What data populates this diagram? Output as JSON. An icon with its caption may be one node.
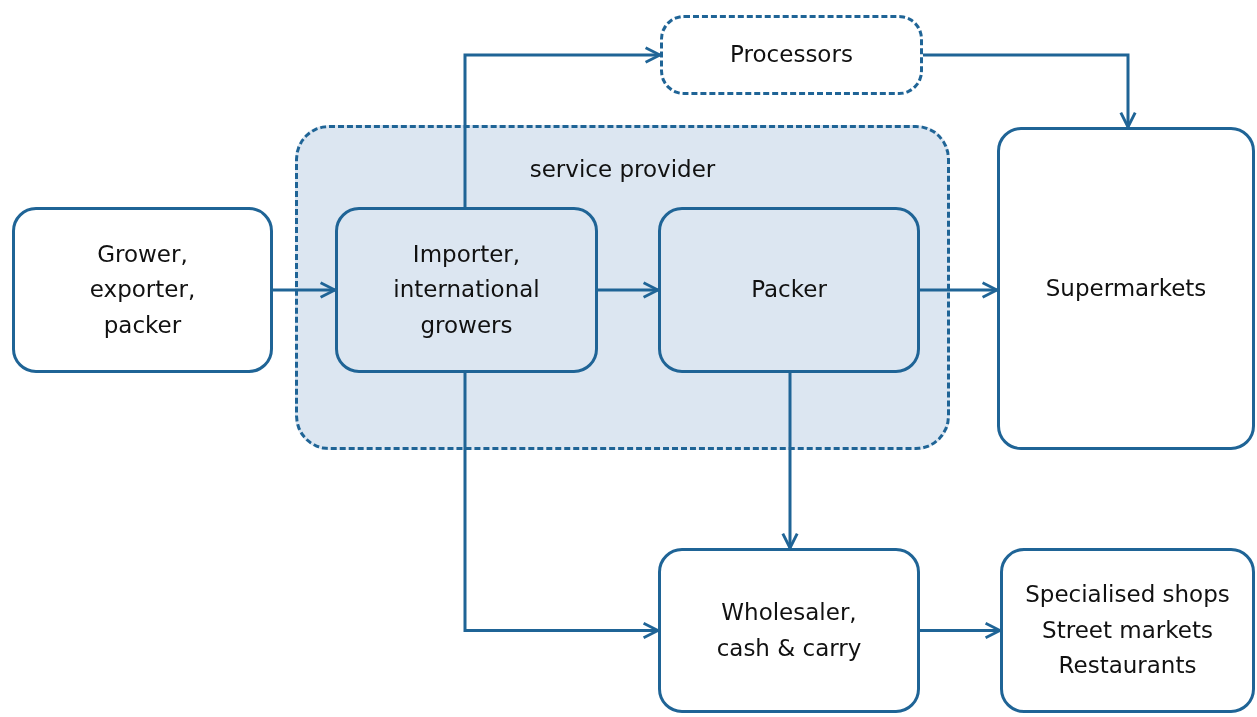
{
  "diagram": {
    "nodes": [
      {
        "text": [
          "Grower, exporter, packer"
        ]
      },
      {
        "text": [
          "service provider"
        ]
      },
      {
        "text": [
          "Importer, international growers"
        ],
        "in": 1
      },
      {
        "text": [
          "Packer"
        ],
        "in": 1
      },
      {
        "text": [
          "Processors"
        ]
      },
      {
        "text": [
          "Supermarkets"
        ]
      },
      {
        "text": [
          "Wholesaler, cash & carry"
        ]
      },
      {
        "text": [
          "Specialised shops",
          "Street markets",
          "Restaurants"
        ]
      }
    ],
    "edges": [
      {
        "from": 0,
        "to": 2,
        "arrow": "to"
      },
      {
        "from": 2,
        "to": 4,
        "arrow": "to"
      },
      {
        "from": 4,
        "to": 5,
        "arrow": "to"
      },
      {
        "from": 2,
        "to": 3,
        "arrow": "to"
      },
      {
        "from": 3,
        "to": 5,
        "arrow": "to"
      },
      {
        "from": 3,
        "to": 6,
        "arrow": "to"
      },
      {
        "from": 2,
        "to": 6,
        "arrow": "to"
      },
      {
        "from": 6,
        "to": 7,
        "arrow": "to"
      }
    ]
  }
}
